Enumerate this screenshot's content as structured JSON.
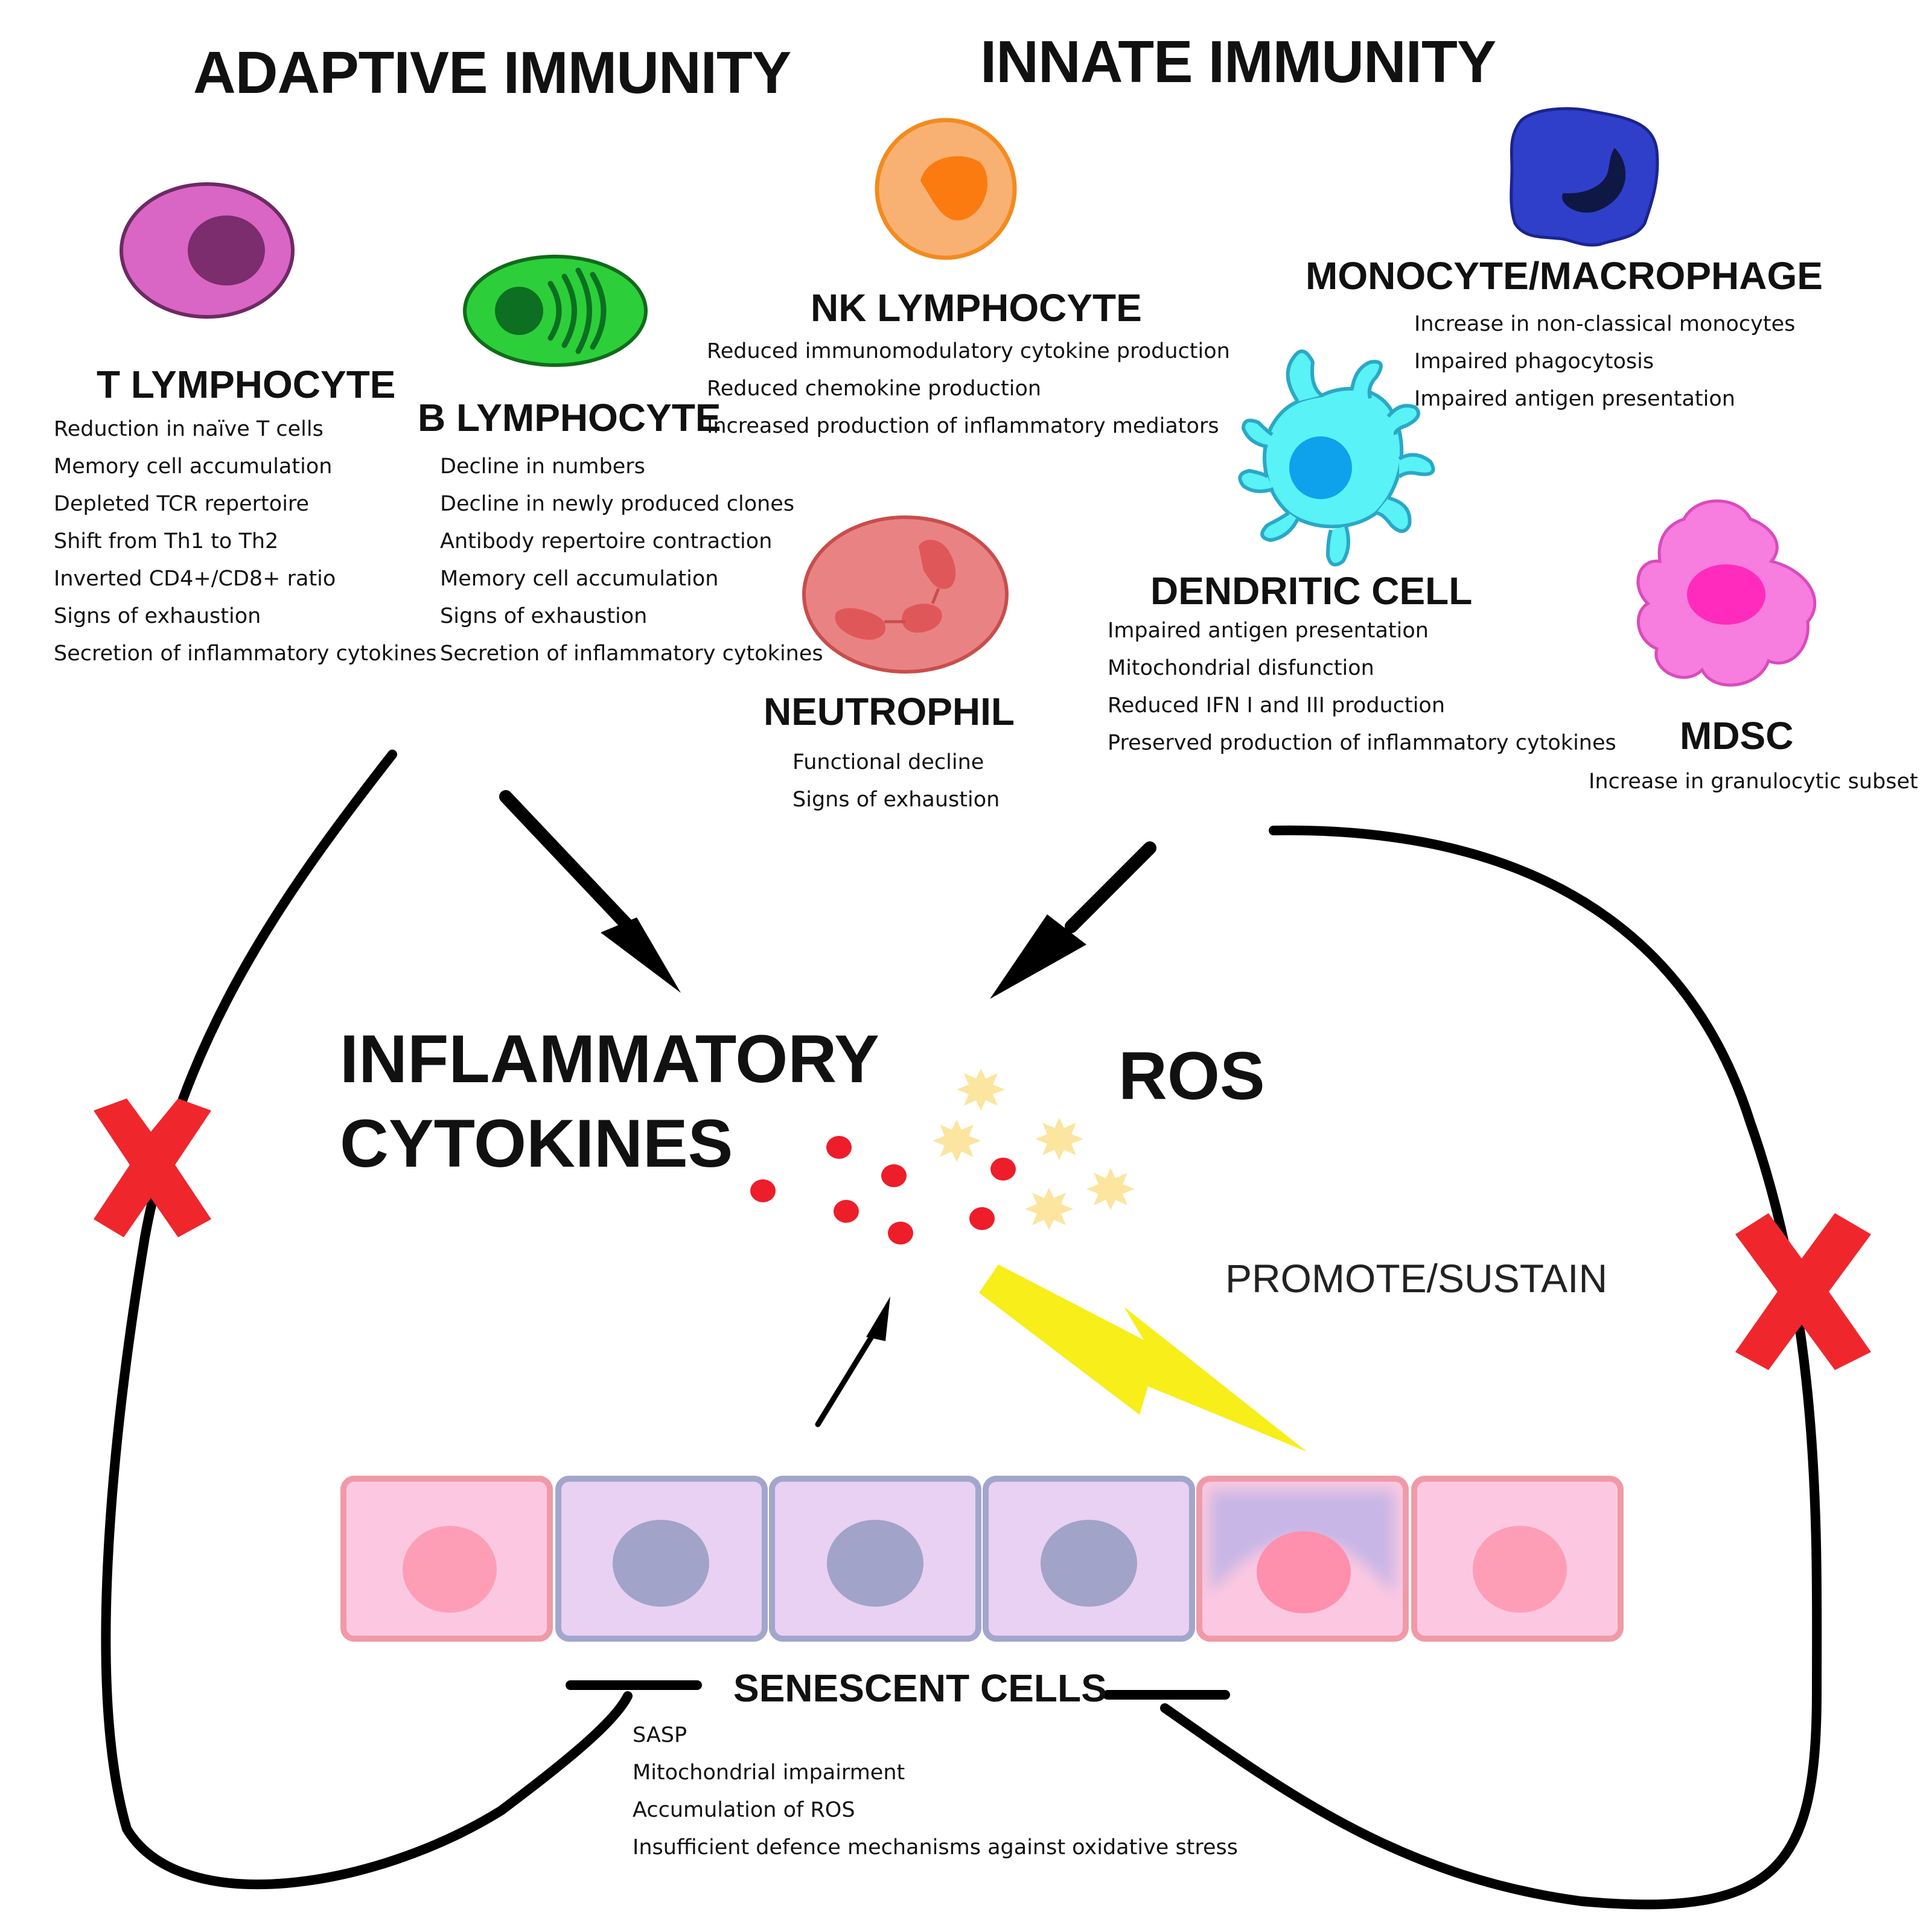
{
  "titles": {
    "adaptive": "ADAPTIVE IMMUNITY",
    "innate": "INNATE IMMUNITY",
    "inflammatory_line1": "INFLAMMATORY",
    "inflammatory_line2": "CYTOKINES",
    "ros": "ROS",
    "promote": "PROMOTE/SUSTAIN",
    "senescent": "SENESCENT CELLS"
  },
  "cells": {
    "t_lymphocyte": {
      "name": "T LYMPHOCYTE",
      "features": [
        "Reduction in naïve T cells",
        "Memory cell accumulation",
        "Depleted TCR repertoire",
        "Shift from Th1 to Th2",
        "Inverted CD4+/CD8+ ratio",
        "Signs of exhaustion",
        "Secretion of inflammatory cytokines"
      ]
    },
    "b_lymphocyte": {
      "name": "B LYMPHOCYTE",
      "features": [
        "Decline in numbers",
        "Decline in newly produced clones",
        "Antibody repertoire contraction",
        "Memory cell accumulation",
        "Signs of exhaustion",
        "Secretion of inflammatory cytokines"
      ]
    },
    "nk_lymphocyte": {
      "name": "NK LYMPHOCYTE",
      "features": [
        "Reduced immunomodulatory cytokine production",
        "Reduced chemokine production",
        "Increased production of inflammatory mediators"
      ]
    },
    "monocyte": {
      "name": "MONOCYTE/MACROPHAGE",
      "features": [
        "Increase in non-classical monocytes",
        "Impaired phagocytosis",
        "Impaired antigen presentation"
      ]
    },
    "neutrophil": {
      "name": "NEUTROPHIL",
      "features": [
        "Functional decline",
        "Signs of exhaustion"
      ]
    },
    "dendritic": {
      "name": "DENDRITIC CELL",
      "features": [
        "Impaired antigen presentation",
        "Mitochondrial disfunction",
        "Reduced IFN I and III production",
        "Preserved production of inflammatory cytokines"
      ]
    },
    "mdsc": {
      "name": "MDSC",
      "features": [
        "Increase in granulocytic subset"
      ]
    }
  },
  "senescent_features": [
    "SASP",
    "Mitochondrial impairment",
    "Accumulation of ROS",
    "Insufficient defence mechanisms against oxidative stress"
  ],
  "colors": {
    "t_cell": "#d966c4",
    "b_cell": "#2ccf3a",
    "nk_cell": "#f9b173",
    "monocyte": "#2f3fc9",
    "dendritic": "#59f2f7",
    "neutrophil": "#e98383",
    "mdsc": "#f77dde",
    "cross": "#f0262d",
    "lightning": "#f7ee1a",
    "cytokine_dot": "#ee1d2a",
    "ros_star": "#fbe59f"
  }
}
